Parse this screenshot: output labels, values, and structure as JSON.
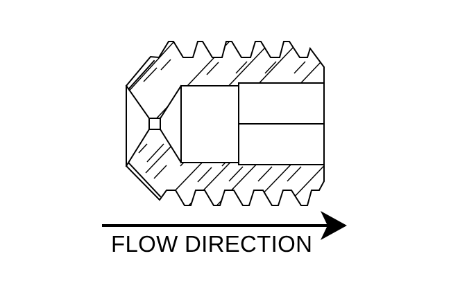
{
  "diagram": {
    "type": "technical-cross-section",
    "subject": "threaded set screw / nozzle insert cross-section",
    "parts": [
      {
        "name": "threaded-body",
        "description": "external thread with hatched section"
      },
      {
        "name": "orifice",
        "description": "small square orifice at conical tip"
      },
      {
        "name": "counterbore",
        "description": "inner bore"
      },
      {
        "name": "hex-socket",
        "description": "larger bore with center line"
      }
    ],
    "arrow": {
      "direction": "right",
      "icon": "arrow-right-icon"
    },
    "label": "FLOW DIRECTION"
  },
  "colors": {
    "stroke": "#000000",
    "background": "#ffffff"
  }
}
